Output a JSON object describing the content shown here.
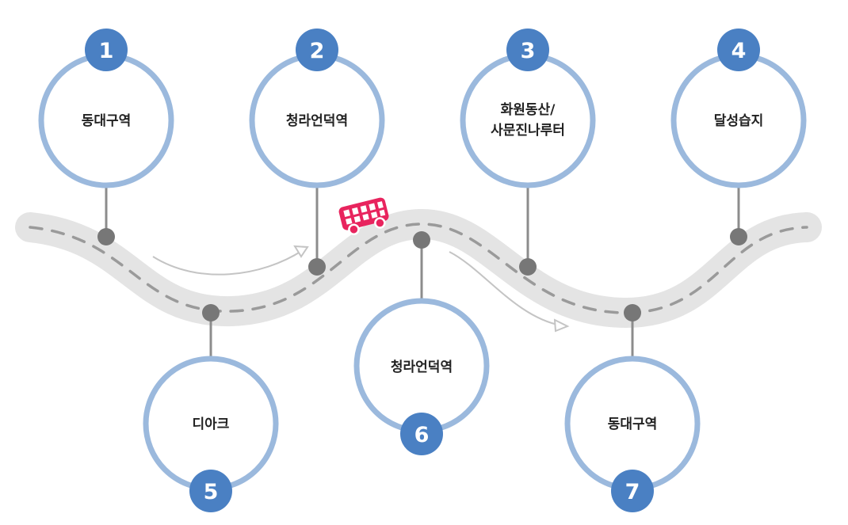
{
  "colors": {
    "road": "#e4e4e4",
    "road_dash": "#9a9a9a",
    "ring": "#9bb9dd",
    "badge": "#4a80c3",
    "node": "#777777",
    "connector": "#8c8c8c",
    "arrow": "#c4c4c4",
    "bus": "#e8245e"
  },
  "stops": [
    {
      "num": "1",
      "lines": [
        "동대구역"
      ]
    },
    {
      "num": "2",
      "lines": [
        "청라언덕역"
      ]
    },
    {
      "num": "3",
      "lines": [
        "화원동산/",
        "사문진나루터"
      ]
    },
    {
      "num": "4",
      "lines": [
        "달성습지"
      ]
    },
    {
      "num": "5",
      "lines": [
        "디아크"
      ]
    },
    {
      "num": "6",
      "lines": [
        "청라언덕역"
      ]
    },
    {
      "num": "7",
      "lines": [
        "동대구역"
      ]
    }
  ],
  "vehicle_icon": "tour-bus-icon"
}
